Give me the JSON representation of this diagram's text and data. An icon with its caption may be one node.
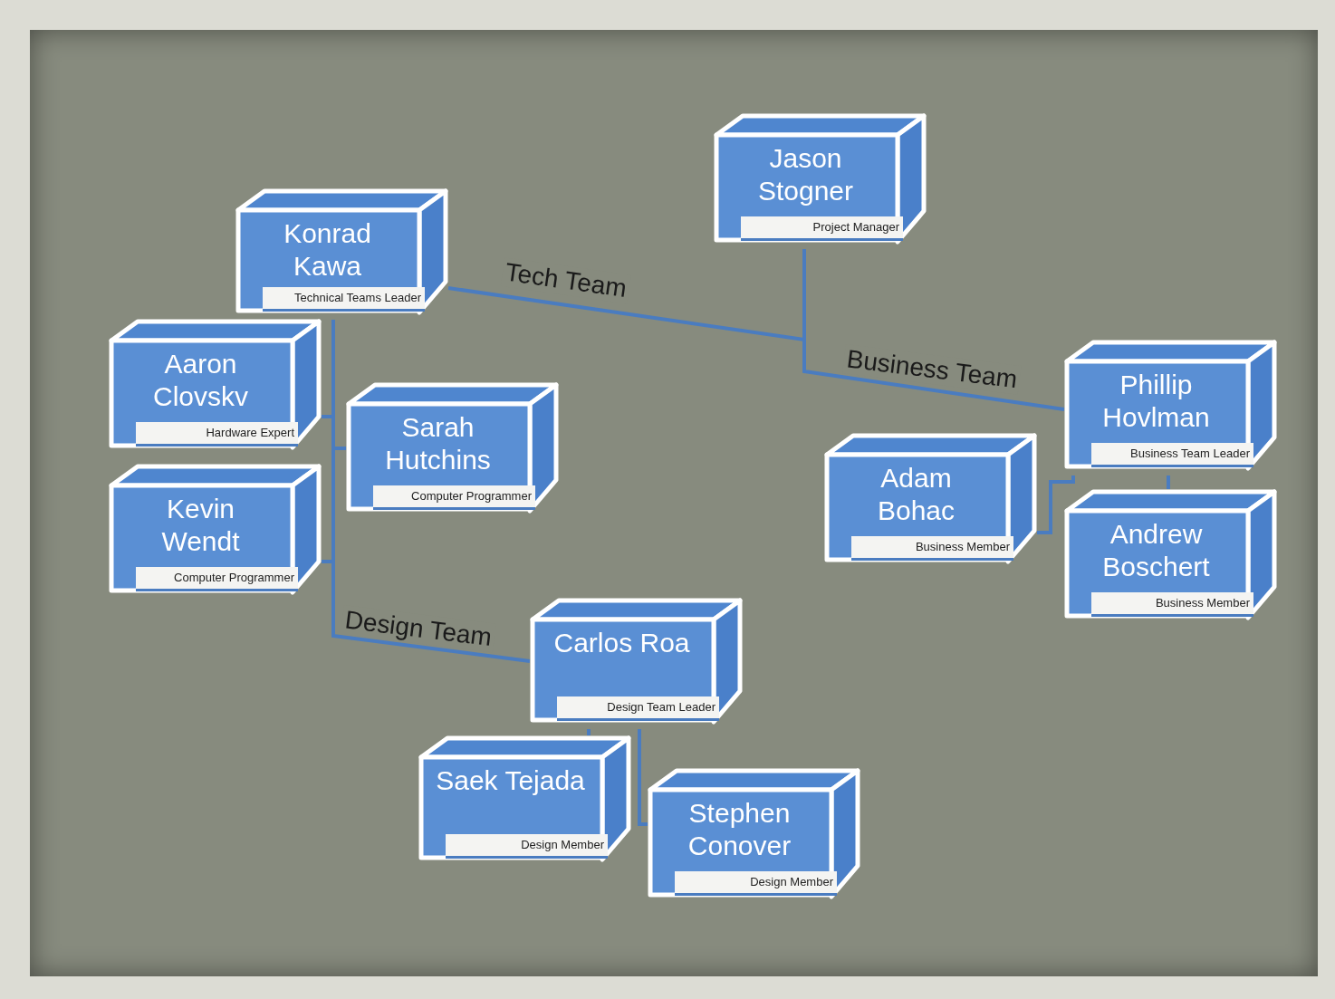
{
  "diagram": {
    "nodes": [
      {
        "text": [
          "Jason Stogner",
          "Project Manager"
        ]
      },
      {
        "text": [
          "Konrad Kawa",
          "Technical Teams Leader"
        ]
      },
      {
        "text": [
          "Aaron Clovskv",
          "Hardware Expert"
        ]
      },
      {
        "text": [
          "Sarah Hutchins",
          "Computer Programmer"
        ]
      },
      {
        "text": [
          "Kevin Wendt",
          "Computer Programmer"
        ]
      },
      {
        "text": [
          "Phillip Hovlman",
          "Business Team Leader"
        ]
      },
      {
        "text": [
          "Adam Bohac",
          "Business Member"
        ]
      },
      {
        "text": [
          "Andrew Boschert",
          "Business Member"
        ]
      },
      {
        "text": [
          "Carlos Roa",
          "Design Team Leader"
        ]
      },
      {
        "text": [
          "Saek Tejada",
          "Design Member"
        ]
      },
      {
        "text": [
          "Stephen Conover",
          "Design Member"
        ]
      }
    ],
    "edges": [
      {
        "from": 0,
        "to": 1,
        "arrow": "none",
        "label": "Tech Team"
      },
      {
        "from": 0,
        "to": 5,
        "arrow": "none",
        "label": "Business Team"
      },
      {
        "from": 1,
        "to": 2,
        "arrow": "none"
      },
      {
        "from": 1,
        "to": 3,
        "arrow": "none"
      },
      {
        "from": 1,
        "to": 4,
        "arrow": "none"
      },
      {
        "from": 1,
        "to": 8,
        "arrow": "none",
        "label": "Design Team"
      },
      {
        "from": 5,
        "to": 6,
        "arrow": "none"
      },
      {
        "from": 5,
        "to": 7,
        "arrow": "none"
      },
      {
        "from": 8,
        "to": 9,
        "arrow": "none"
      },
      {
        "from": 8,
        "to": 10,
        "arrow": "none"
      }
    ]
  }
}
